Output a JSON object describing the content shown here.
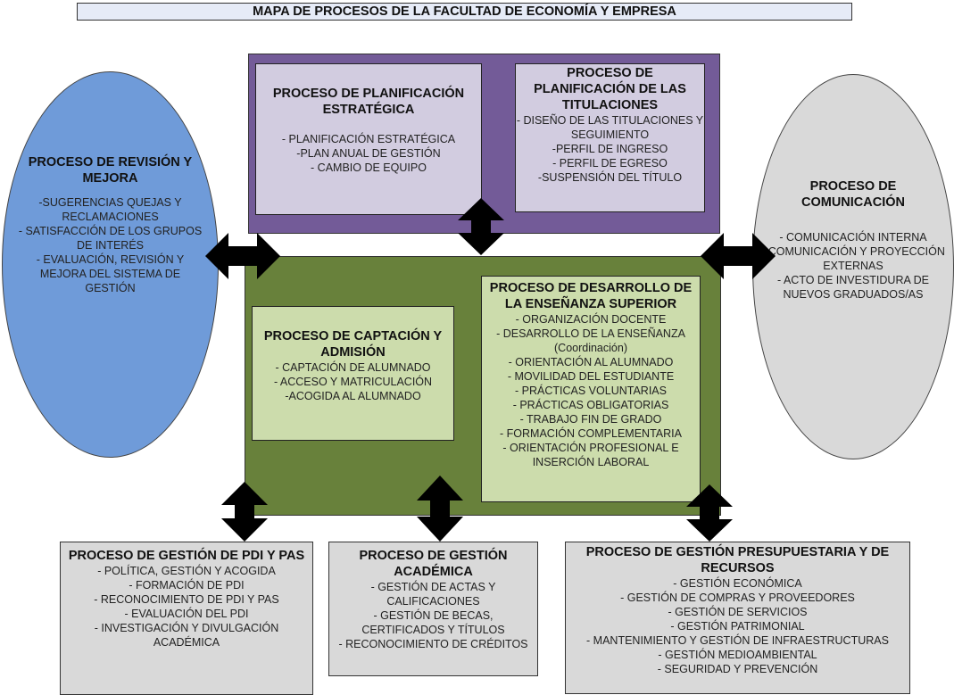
{
  "title": "MAPA DE PROCESOS DE LA FACULTAD DE ECONOMÍA Y EMPRESA",
  "colors": {
    "revision_ellipse": "#6f9bd9",
    "comunicacion_ellipse": "#d9d9d9",
    "strategic_group": "#735b98",
    "strategic_box": "#d2cce0",
    "key_group": "#68813b",
    "key_box": "#ccdcac",
    "support_box": "#d9d9d9",
    "arrows": "#000000"
  },
  "revision": {
    "title": "PROCESO DE REVISIÓN Y MEJORA",
    "items": [
      "-SUGERENCIAS QUEJAS Y RECLAMACIONES",
      "- SATISFACCIÓN DE LOS GRUPOS DE INTERÉS",
      "- EVALUACIÓN, REVISIÓN Y MEJORA DEL SISTEMA DE GESTIÓN"
    ]
  },
  "comunicacion": {
    "title": "PROCESO DE COMUNICACIÓN",
    "items": [
      "- COMUNICACIÓN INTERNA",
      "- COMUNICACIÓN Y PROYECCIÓN EXTERNAS",
      "- ACTO DE INVESTIDURA DE NUEVOS GRADUADOS/AS"
    ]
  },
  "planificacion_estrategica": {
    "title": "PROCESO DE PLANIFICACIÓN ESTRATÉGICA",
    "items": [
      "- PLANIFICACIÓN ESTRATÉGICA",
      "-PLAN ANUAL DE GESTIÓN",
      "- CAMBIO DE EQUIPO"
    ]
  },
  "planificacion_titulaciones": {
    "title": "PROCESO DE PLANIFICACIÓN DE LAS TITULACIONES",
    "items": [
      "- DISEÑO DE LAS TITULACIONES Y SEGUIMIENTO",
      "-PERFIL DE INGRESO",
      "- PERFIL DE EGRESO",
      "-SUSPENSIÓN DEL TÍTULO"
    ]
  },
  "captacion": {
    "title": "PROCESO DE CAPTACIÓN Y ADMISIÓN",
    "items": [
      "- CAPTACIÓN DE ALUMNADO",
      "- ACCESO Y MATRICULACIÓN",
      "-ACOGIDA AL ALUMNADO"
    ]
  },
  "desarrollo": {
    "title": "PROCESO DE  DESARROLLO DE LA ENSEÑANZA SUPERIOR",
    "items": [
      "- ORGANIZACIÓN DOCENTE",
      "- DESARROLLO DE LA ENSEÑANZA",
      "(Coordinación)",
      "- ORIENTACIÓN AL ALUMNADO",
      "- MOVILIDAD DEL ESTUDIANTE",
      "- PRÁCTICAS VOLUNTARIAS",
      "- PRÁCTICAS OBLIGATORIAS",
      "- TRABAJO FIN DE GRADO",
      "- FORMACIÓN COMPLEMENTARIA",
      "- ORIENTACIÓN PROFESIONAL E INSERCIÓN LABORAL"
    ]
  },
  "gestion_pdi": {
    "title": "PROCESO DE GESTIÓN DE PDI Y PAS",
    "items": [
      "-  POLÍTICA, GESTIÓN Y ACOGIDA",
      "- FORMACIÓN DE PDI",
      "- RECONOCIMIENTO DE PDI Y PAS",
      "- EVALUACIÓN  DEL PDI",
      "- INVESTIGACIÓN Y DIVULGACIÓN ACADÉMICA"
    ]
  },
  "gestion_academica": {
    "title": "PROCESO DE GESTIÓN ACADÉMICA",
    "items": [
      "- GESTIÓN DE ACTAS  Y CALIFICACIONES",
      "- GESTIÓN DE BECAS, CERTIFICADOS Y TÍTULOS",
      "- RECONOCIMIENTO DE CRÉDITOS"
    ]
  },
  "gestion_presupuestaria": {
    "title": "PROCESO DE GESTIÓN PRESUPUESTARIA Y DE RECURSOS",
    "items": [
      "-  GESTIÓN ECONÓMICA",
      "- GESTIÓN DE COMPRAS Y PROVEEDORES",
      "- GESTIÓN DE SERVICIOS",
      "- GESTIÓN PATRIMONIAL",
      "- MANTENIMIENTO Y GESTIÓN DE INFRAESTRUCTURAS",
      "- GESTIÓN MEDIOAMBIENTAL",
      "- SEGURIDAD Y PREVENCIÓN"
    ]
  }
}
